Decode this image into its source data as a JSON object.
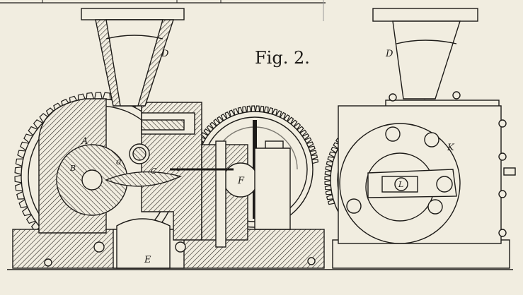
{
  "figure": {
    "title": "Fig. 2.",
    "labels": {
      "D_left": "D",
      "D_right": "D",
      "A": "A",
      "B": "B",
      "a": "a",
      "C": "C",
      "c": "c",
      "F": "F",
      "E": "E",
      "K": "K",
      "L": "L"
    }
  }
}
